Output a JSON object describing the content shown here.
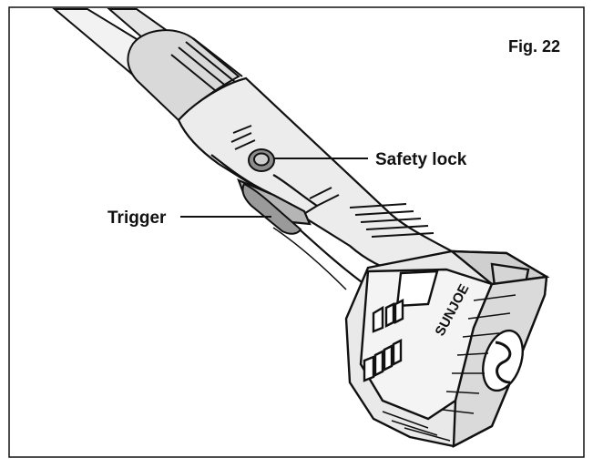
{
  "figure": {
    "label": "Fig. 22",
    "callouts": {
      "safety_lock": "Safety lock",
      "trigger": "Trigger"
    },
    "brand_mark": "SUNJOE",
    "colors": {
      "ink": "#111111",
      "mid_gray": "#9a9a9a",
      "light_gray": "#c8c8c8",
      "dark_gray": "#5a5a5a",
      "paper": "#ffffff"
    }
  }
}
